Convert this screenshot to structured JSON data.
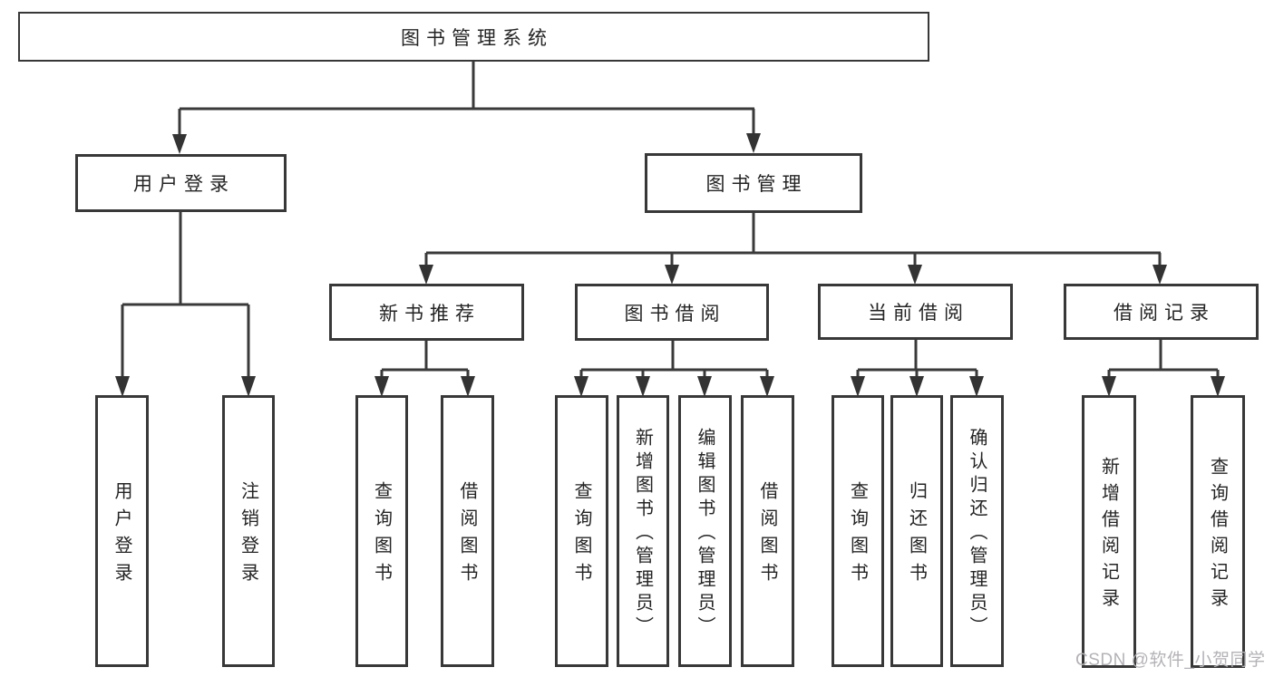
{
  "tree": {
    "root": {
      "label": "图书管理系统"
    },
    "branches": [
      {
        "label": "用户登录",
        "children": [
          {
            "label": "用户登录"
          },
          {
            "label": "注销登录"
          }
        ]
      },
      {
        "label": "图书管理",
        "children": [
          {
            "label": "新书推荐",
            "children": [
              {
                "label": "查询图书"
              },
              {
                "label": "借阅图书"
              }
            ]
          },
          {
            "label": "图书借阅",
            "children": [
              {
                "label": "查询图书"
              },
              {
                "label": "新增图书（管理员）"
              },
              {
                "label": "编辑图书（管理员）"
              },
              {
                "label": "借阅图书"
              }
            ]
          },
          {
            "label": "当前借阅",
            "children": [
              {
                "label": "查询图书"
              },
              {
                "label": "归还图书"
              },
              {
                "label": "确认归还（管理员）"
              }
            ]
          },
          {
            "label": "借阅记录",
            "children": [
              {
                "label": "新增借阅记录"
              },
              {
                "label": "查询借阅记录"
              }
            ]
          }
        ]
      }
    ]
  },
  "watermark": {
    "text": "CSDN @软件_小贺同学"
  },
  "colors": {
    "line": "#3a3a3a",
    "box_border": "#383838",
    "text": "#242424",
    "watermark": "#b4b2b6",
    "background": "#ffffff"
  }
}
